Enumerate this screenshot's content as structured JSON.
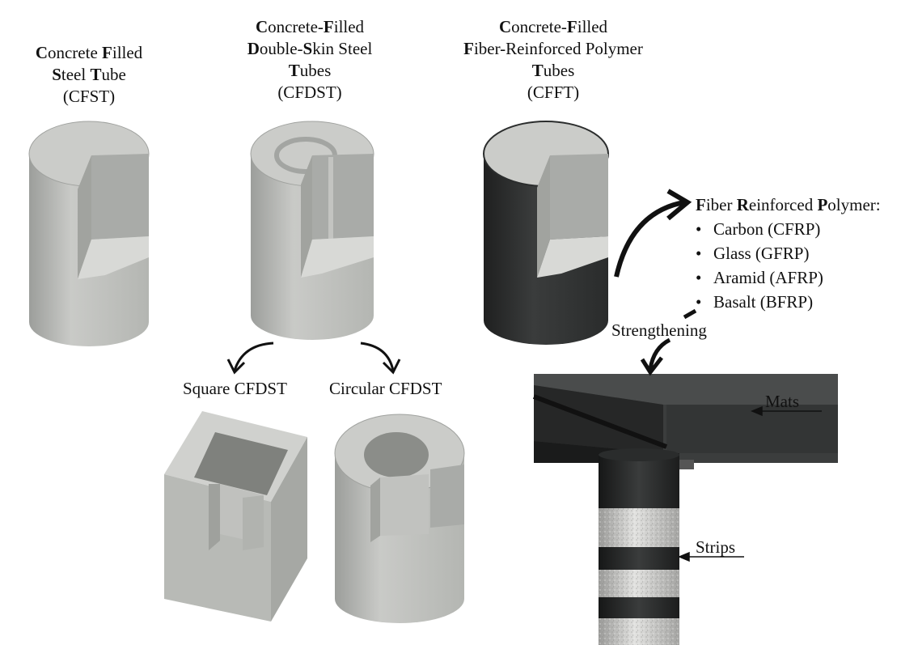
{
  "cfst": {
    "lines": [
      [
        {
          "b": "C",
          "t": "oncrete "
        },
        {
          "b": "F",
          "t": "illed"
        }
      ],
      [
        {
          "b": "S",
          "t": "teel "
        },
        {
          "b": "T",
          "t": "ube"
        }
      ],
      [
        {
          "b": "",
          "t": "(CFST)"
        }
      ]
    ]
  },
  "cfdst": {
    "lines": [
      [
        {
          "b": "C",
          "t": "oncrete-"
        },
        {
          "b": "F",
          "t": "illed"
        }
      ],
      [
        {
          "b": "D",
          "t": "ouble-"
        },
        {
          "b": "S",
          "t": "kin Steel"
        }
      ],
      [
        {
          "b": "T",
          "t": "ubes"
        }
      ],
      [
        {
          "b": "",
          "t": "(CFDST)"
        }
      ]
    ]
  },
  "cfft": {
    "lines": [
      [
        {
          "b": "C",
          "t": "oncrete-"
        },
        {
          "b": "F",
          "t": "illed"
        }
      ],
      [
        {
          "b": "F",
          "t": "iber-Reinforced Polymer"
        }
      ],
      [
        {
          "b": "T",
          "t": "ubes"
        }
      ],
      [
        {
          "b": "",
          "t": "(CFFT)"
        }
      ]
    ]
  },
  "frp": {
    "heading": [
      {
        "b": "F",
        "t": "iber "
      },
      {
        "b": "R",
        "t": "einforced "
      },
      {
        "b": "P",
        "t": "olymer:"
      }
    ],
    "bullet": "•",
    "items": [
      "Carbon (CFRP)",
      "Glass (GFRP)",
      "Aramid (AFRP)",
      "Basalt (BFRP)"
    ]
  },
  "labels": {
    "square": "Square CFDST",
    "circular": "Circular CFDST",
    "strengthening": "Strengthening",
    "mats": "Mats",
    "strips": "Strips"
  },
  "colors": {
    "steel_light": "#cfd0cc",
    "steel_mid": "#b3b5b1",
    "steel_dark": "#8f918d",
    "concrete": "#a9aba8",
    "frp_dark": "#2f3131",
    "frp_black": "#1a1b1b",
    "strip_gray": "#c8c8c6"
  }
}
